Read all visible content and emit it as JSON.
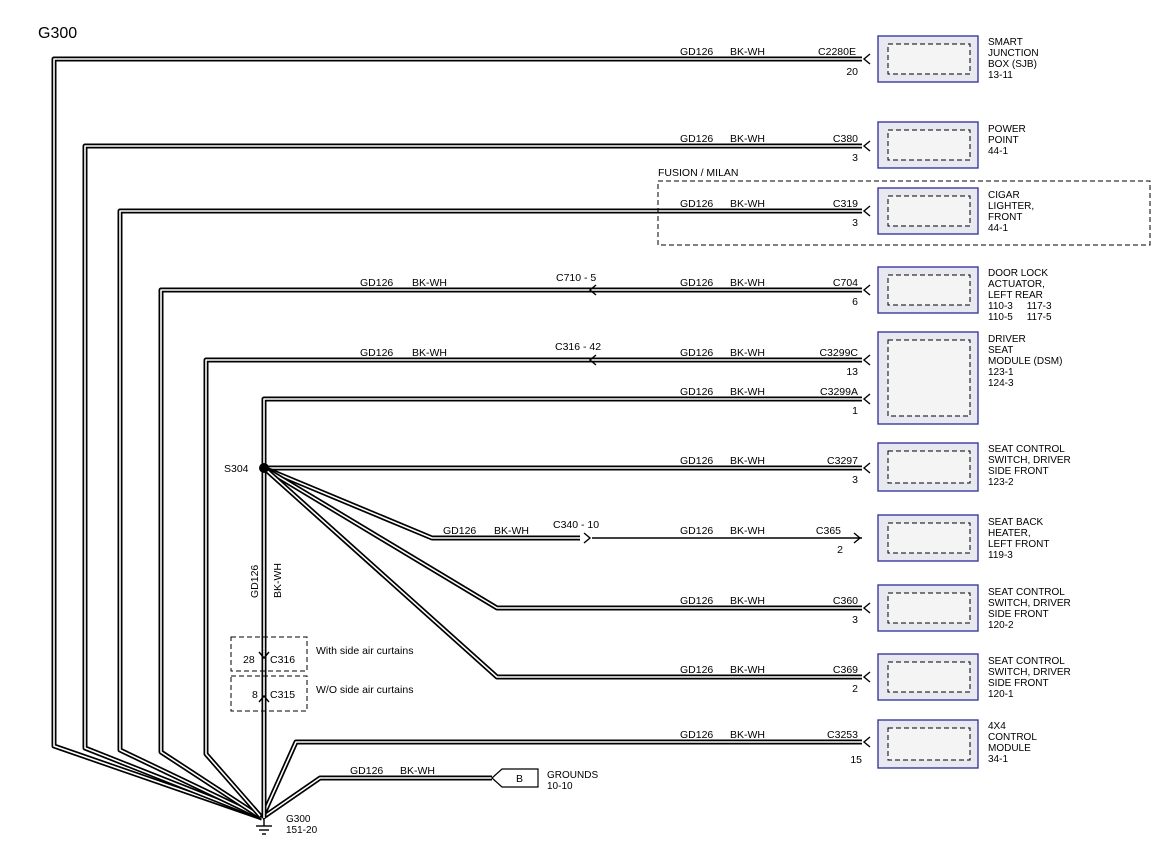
{
  "title": "G300",
  "wire_circuit": "GD126",
  "wire_color": "BK-WH",
  "fusion_label": "FUSION / MILAN",
  "splice": "S304",
  "vertical_wire": {
    "circuit": "GD126",
    "color": "BK-WH"
  },
  "ground": {
    "name": "G300",
    "ref": "151-20"
  },
  "grounds_ref": {
    "letter": "B",
    "label": "GROUNDS",
    "ref": "10-10"
  },
  "inline": {
    "c316": {
      "pin": "28",
      "name": "C316",
      "note": "With side air curtains"
    },
    "c315": {
      "pin": "8",
      "name": "C315",
      "note": "W/O side air curtains"
    }
  },
  "rows": [
    {
      "id": "sjb",
      "connector": "C2280E",
      "pin": "20",
      "component": [
        "SMART",
        "JUNCTION",
        "BOX (SJB)",
        "13-11"
      ]
    },
    {
      "id": "power-point",
      "connector": "C380",
      "pin": "3",
      "component": [
        "POWER",
        "POINT",
        "44-1"
      ]
    },
    {
      "id": "cigar-lighter",
      "connector": "C319",
      "pin": "3",
      "component": [
        "CIGAR",
        "LIGHTER,",
        "FRONT",
        "44-1"
      ]
    },
    {
      "id": "door-lock",
      "connector": "C704",
      "pin": "6",
      "inline": "C710 - 5",
      "component": [
        "DOOR LOCK",
        "ACTUATOR,",
        "LEFT REAR",
        "110-3     117-3",
        "110-5     117-5"
      ]
    },
    {
      "id": "dsm-c",
      "connector": "C3299C",
      "pin": "13",
      "inline": "C316 - 42",
      "component": [
        "DRIVER",
        "SEAT",
        "MODULE (DSM)",
        "123-1",
        "124-3"
      ]
    },
    {
      "id": "dsm-a",
      "connector": "C3299A",
      "pin": "1"
    },
    {
      "id": "seat-ctrl-1",
      "connector": "C3297",
      "pin": "3",
      "component": [
        "SEAT CONTROL",
        "SWITCH, DRIVER",
        "SIDE FRONT",
        "123-2"
      ]
    },
    {
      "id": "seat-back-heater",
      "connector": "C365",
      "pin": "2",
      "inline": "C340 - 10",
      "component": [
        "SEAT BACK",
        "HEATER,",
        "LEFT FRONT",
        "119-3"
      ]
    },
    {
      "id": "seat-ctrl-2",
      "connector": "C360",
      "pin": "3",
      "component": [
        "SEAT CONTROL",
        "SWITCH, DRIVER",
        "SIDE FRONT",
        "120-2"
      ]
    },
    {
      "id": "seat-ctrl-3",
      "connector": "C369",
      "pin": "2",
      "component": [
        "SEAT CONTROL",
        "SWITCH, DRIVER",
        "SIDE FRONT",
        "120-1"
      ]
    },
    {
      "id": "4x4",
      "connector": "C3253",
      "pin": "15",
      "component": [
        "4X4",
        "CONTROL",
        "MODULE",
        "34-1"
      ]
    }
  ]
}
